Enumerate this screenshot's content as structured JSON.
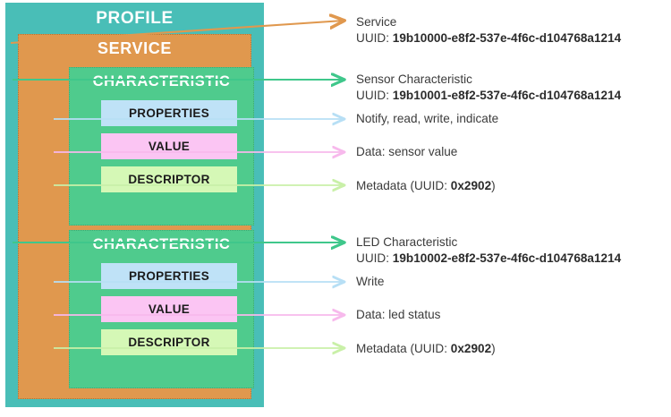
{
  "diagram": {
    "profile": {
      "label": "PROFILE",
      "color": "#49BEB7"
    },
    "service": {
      "label": "SERVICE",
      "color": "#E0984E"
    },
    "characteristics": [
      {
        "label": "CHARACTERISTIC",
        "color": "#4FCB8D",
        "fields": [
          {
            "label": "PROPERTIES",
            "color": "#BFE2F7"
          },
          {
            "label": "VALUE",
            "color": "#FBC5F3"
          },
          {
            "label": "DESCRIPTOR",
            "color": "#D5F8B6"
          }
        ]
      },
      {
        "label": "CHARACTERISTIC",
        "color": "#4FCB8D",
        "fields": [
          {
            "label": "PROPERTIES",
            "color": "#BFE2F7"
          },
          {
            "label": "VALUE",
            "color": "#FBC5F3"
          },
          {
            "label": "DESCRIPTOR",
            "color": "#D5F8B6"
          }
        ]
      }
    ]
  },
  "annotations": {
    "service": {
      "line1": "Service",
      "line2_label": "UUID: ",
      "line2_value": "19b10000-e8f2-537e-4f6c-d104768a1214",
      "arrow_color": "#E0984E"
    },
    "sensor_characteristic": {
      "line1": "Sensor Characteristic",
      "line2_label": "UUID: ",
      "line2_value": "19b10001-e8f2-537e-4f6c-d104768a1214",
      "arrow_color": "#3FC78B"
    },
    "sensor_properties": {
      "text": "Notify, read, write, indicate",
      "arrow_color": "#B7DFF5"
    },
    "sensor_value": {
      "text": "Data: sensor value",
      "arrow_color": "#F7B9EC"
    },
    "sensor_descriptor": {
      "prefix": "Metadata (UUID: ",
      "value": "0x2902",
      "suffix": ")",
      "arrow_color": "#C9F0A8"
    },
    "led_characteristic": {
      "line1": "LED Characteristic",
      "line2_label": "UUID: ",
      "line2_value": "19b10002-e8f2-537e-4f6c-d104768a1214",
      "arrow_color": "#3FC78B"
    },
    "led_properties": {
      "text": "Write",
      "arrow_color": "#B7DFF5"
    },
    "led_value": {
      "text": "Data: led status",
      "arrow_color": "#F7B9EC"
    },
    "led_descriptor": {
      "prefix": "Metadata (UUID: ",
      "value": "0x2902",
      "suffix": ")",
      "arrow_color": "#C9F0A8"
    }
  }
}
